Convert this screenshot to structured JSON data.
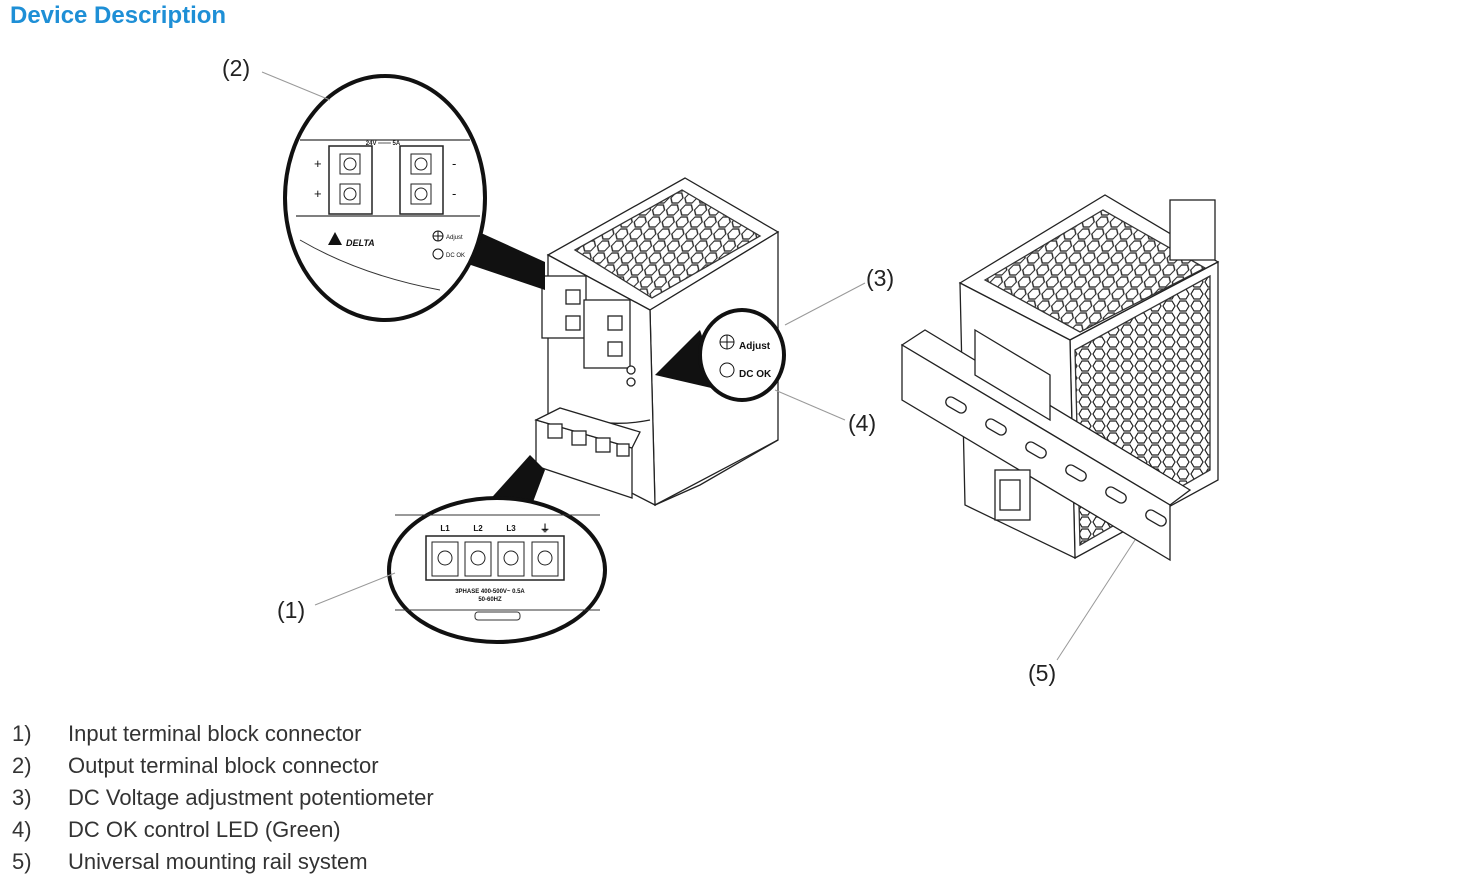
{
  "heading": "Device Description",
  "callouts": {
    "c1": "(1)",
    "c2": "(2)",
    "c3": "(3)",
    "c4": "(4)",
    "c5": "(5)"
  },
  "zoom_output": {
    "rating": "24V ═══ 5A",
    "plus": "+",
    "minus": "-",
    "brand": "DELTA",
    "adjust": "Adjust",
    "dcok": "DC OK"
  },
  "zoom_status": {
    "adjust": "Adjust",
    "dcok": "DC OK"
  },
  "zoom_input": {
    "l1": "L1",
    "l2": "L2",
    "l3": "L3",
    "ground": "⏚",
    "spec_line1": "3PHASE 400-500V~ 0.5A",
    "spec_line2": "50-60HZ"
  },
  "legend": [
    {
      "num": "1)",
      "text": "Input terminal block connector"
    },
    {
      "num": "2)",
      "text": "Output terminal block connector"
    },
    {
      "num": "3)",
      "text": "DC Voltage adjustment potentiometer"
    },
    {
      "num": "4)",
      "text": "DC OK control LED (Green)"
    },
    {
      "num": "5)",
      "text": "Universal mounting rail system"
    }
  ]
}
